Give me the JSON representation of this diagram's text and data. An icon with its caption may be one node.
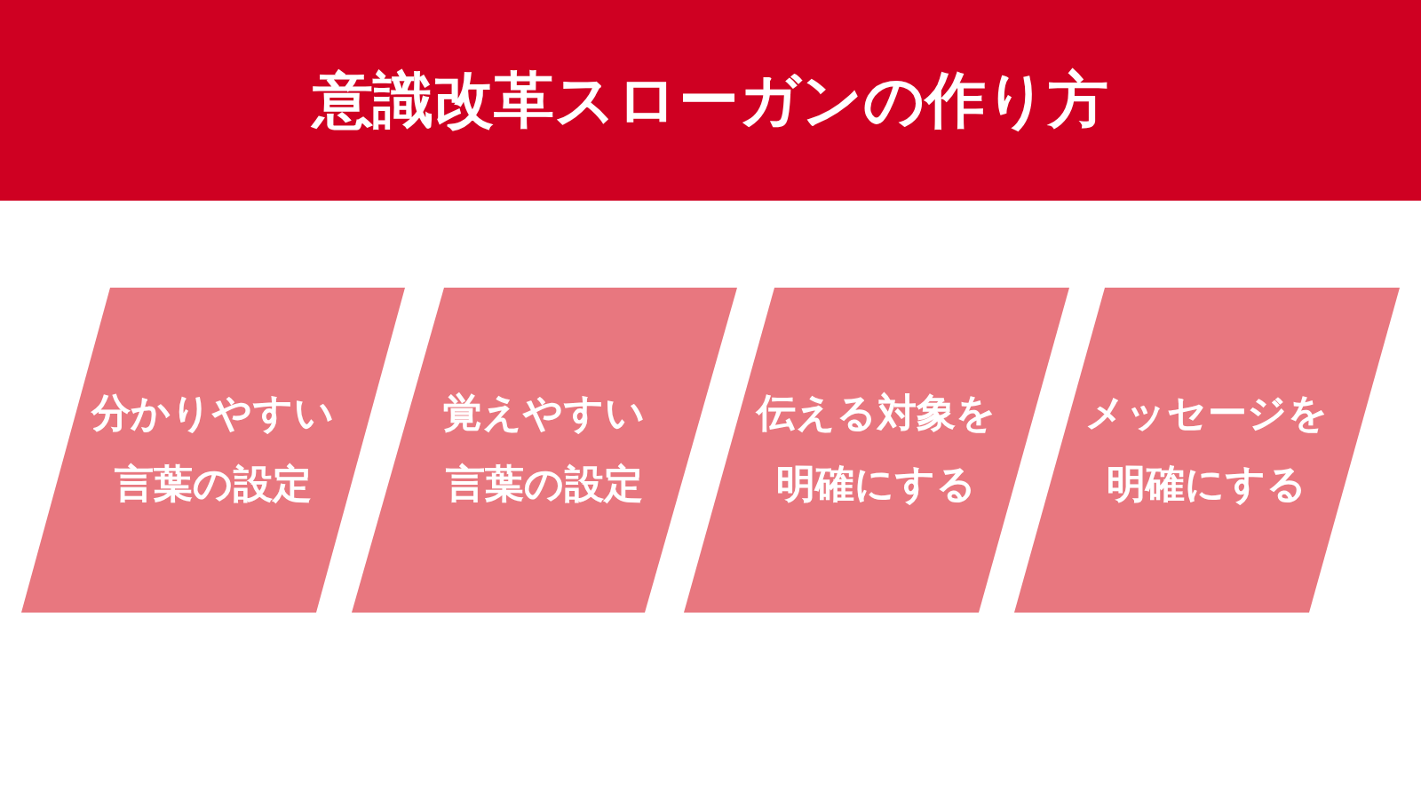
{
  "diagram": {
    "title": "意識改革スローガンの作り方",
    "nodes": [
      {
        "text": [
          "分かりやすい言葉の設定"
        ]
      },
      {
        "text": [
          "覚えやすい言葉の設定"
        ]
      },
      {
        "text": [
          "伝える対象を明確にする"
        ]
      },
      {
        "text": [
          "メッセージを明確にする"
        ]
      }
    ]
  }
}
